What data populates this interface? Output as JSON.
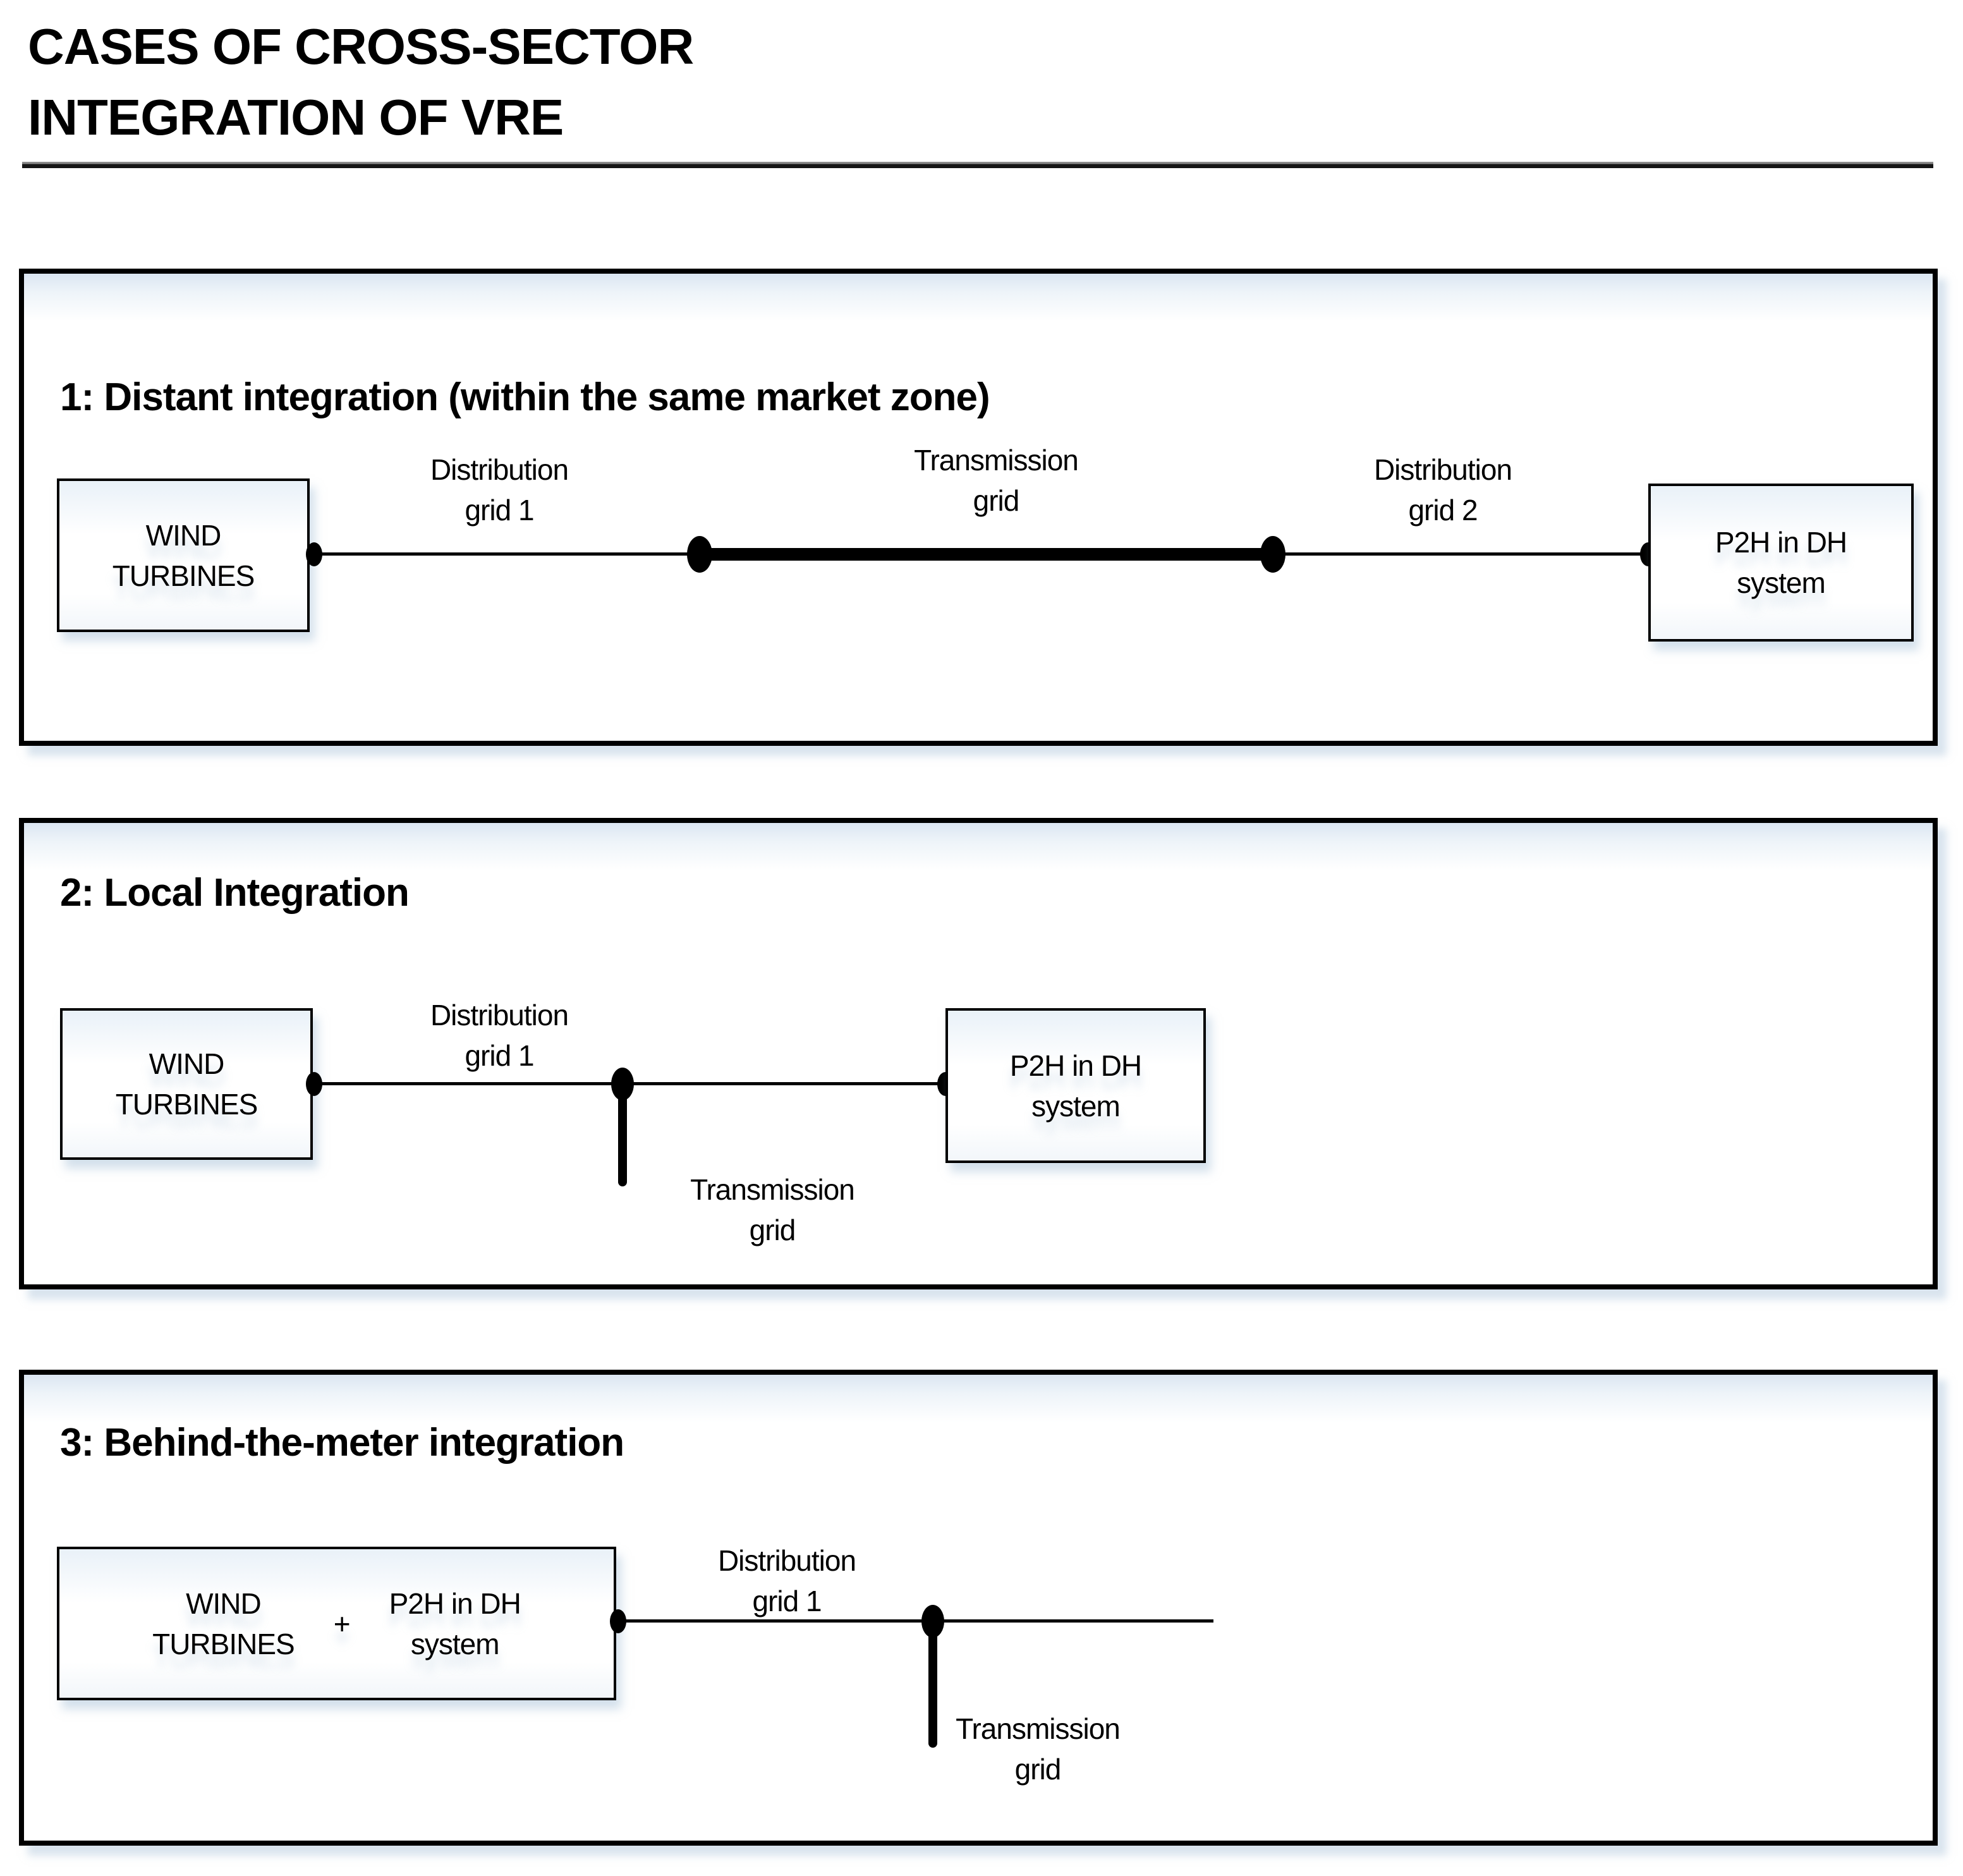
{
  "title": {
    "line1": "CASES OF CROSS-SECTOR",
    "line2": "INTEGRATION OF VRE"
  },
  "panels": [
    {
      "heading": "1: Distant integration (within the same market zone)",
      "wind_box": {
        "line1": "WIND",
        "line2": "TURBINES"
      },
      "p2h_box": {
        "line1": "P2H in DH",
        "line2": "system"
      },
      "labels": {
        "distribution1": {
          "line1": "Distribution",
          "line2": "grid 1"
        },
        "transmission": {
          "line1": "Transmission",
          "line2": "grid"
        },
        "distribution2": {
          "line1": "Distribution",
          "line2": "grid 2"
        }
      }
    },
    {
      "heading": "2: Local Integration",
      "wind_box": {
        "line1": "WIND",
        "line2": "TURBINES"
      },
      "p2h_box": {
        "line1": "P2H in DH",
        "line2": "system"
      },
      "labels": {
        "distribution1": {
          "line1": "Distribution",
          "line2": "grid 1"
        },
        "transmission": {
          "line1": "Transmission",
          "line2": "grid"
        }
      }
    },
    {
      "heading": "3: Behind-the-meter integration",
      "combined_box": {
        "wind_line1": "WIND",
        "wind_line2": "TURBINES",
        "plus": "+",
        "p2h_line1": "P2H in DH",
        "p2h_line2": "system"
      },
      "labels": {
        "distribution1": {
          "line1": "Distribution",
          "line2": "grid 1"
        },
        "transmission": {
          "line1": "Transmission",
          "line2": "grid"
        }
      }
    }
  ],
  "colors": {
    "ink": "#000000",
    "panel_tint_top": "#dbe6f2",
    "soft_shadow": "#b9cde0",
    "rule_gray": "#8a8a8a"
  }
}
